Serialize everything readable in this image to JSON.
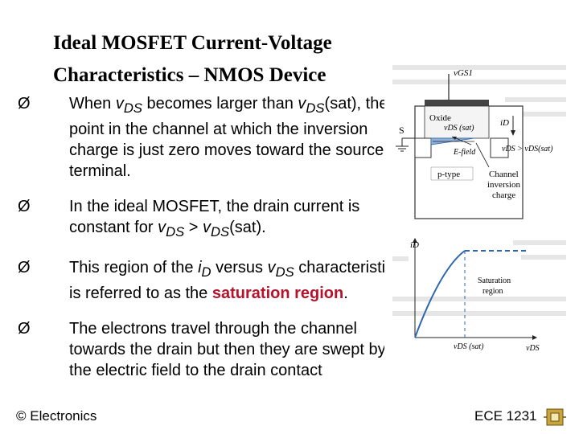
{
  "title": {
    "line1": "Ideal MOSFET Current-Voltage",
    "line2": "Characteristics – NMOS Device"
  },
  "bullets": [
    {
      "marker": "Ø",
      "segments": [
        "When ",
        "v",
        "DS",
        " becomes larger than ",
        "v",
        "DS",
        "(sat), the point in the channel at which the inversion charge is just zero moves toward the source terminal."
      ]
    },
    {
      "marker": "Ø",
      "segments": [
        "In the ideal MOSFET, the drain current is constant for ",
        "v",
        "DS",
        " > ",
        "v",
        "DS",
        "(sat)."
      ]
    },
    {
      "marker": "Ø",
      "segments": [
        "This region of the ",
        "i",
        "D",
        " versus ",
        "v",
        "DS",
        " characteristic is referred to as the ",
        "saturation region",
        "."
      ]
    },
    {
      "marker": "Ø",
      "text": "The electrons travel through the channel towards the drain but then they are swept by the electric field to the drain contact"
    }
  ],
  "footer": {
    "left": "© Electronics",
    "right": "ECE 1231"
  },
  "figure": {
    "device": {
      "vgs_label": "vGS1",
      "oxide": "Oxide",
      "source": "S",
      "id_label": "iD",
      "vds_sat": "vDS (sat)",
      "efield": "E-field",
      "vds_cond": "vDS > vDS(sat)",
      "ptype": "p-type",
      "channel": [
        "Channel",
        "inversion",
        "charge"
      ]
    },
    "graph": {
      "ylabel": "iD",
      "region": [
        "Saturation",
        "region"
      ],
      "xtick": "vDS (sat)",
      "xlabel": "vDS"
    }
  },
  "colors": {
    "accent_red": "#b7112b",
    "curve_blue": "#2d66b0",
    "channel_blue": "#8fb0d8"
  }
}
